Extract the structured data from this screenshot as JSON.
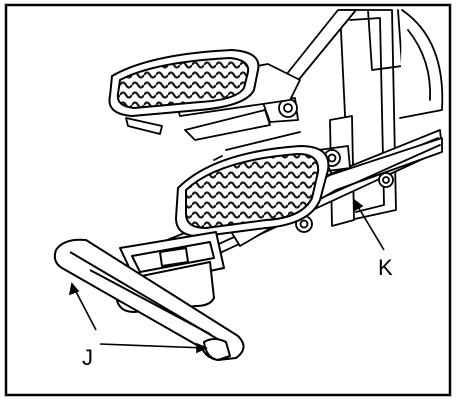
{
  "callouts": [
    {
      "id": "J",
      "label": "J"
    },
    {
      "id": "K",
      "label": "K"
    }
  ]
}
